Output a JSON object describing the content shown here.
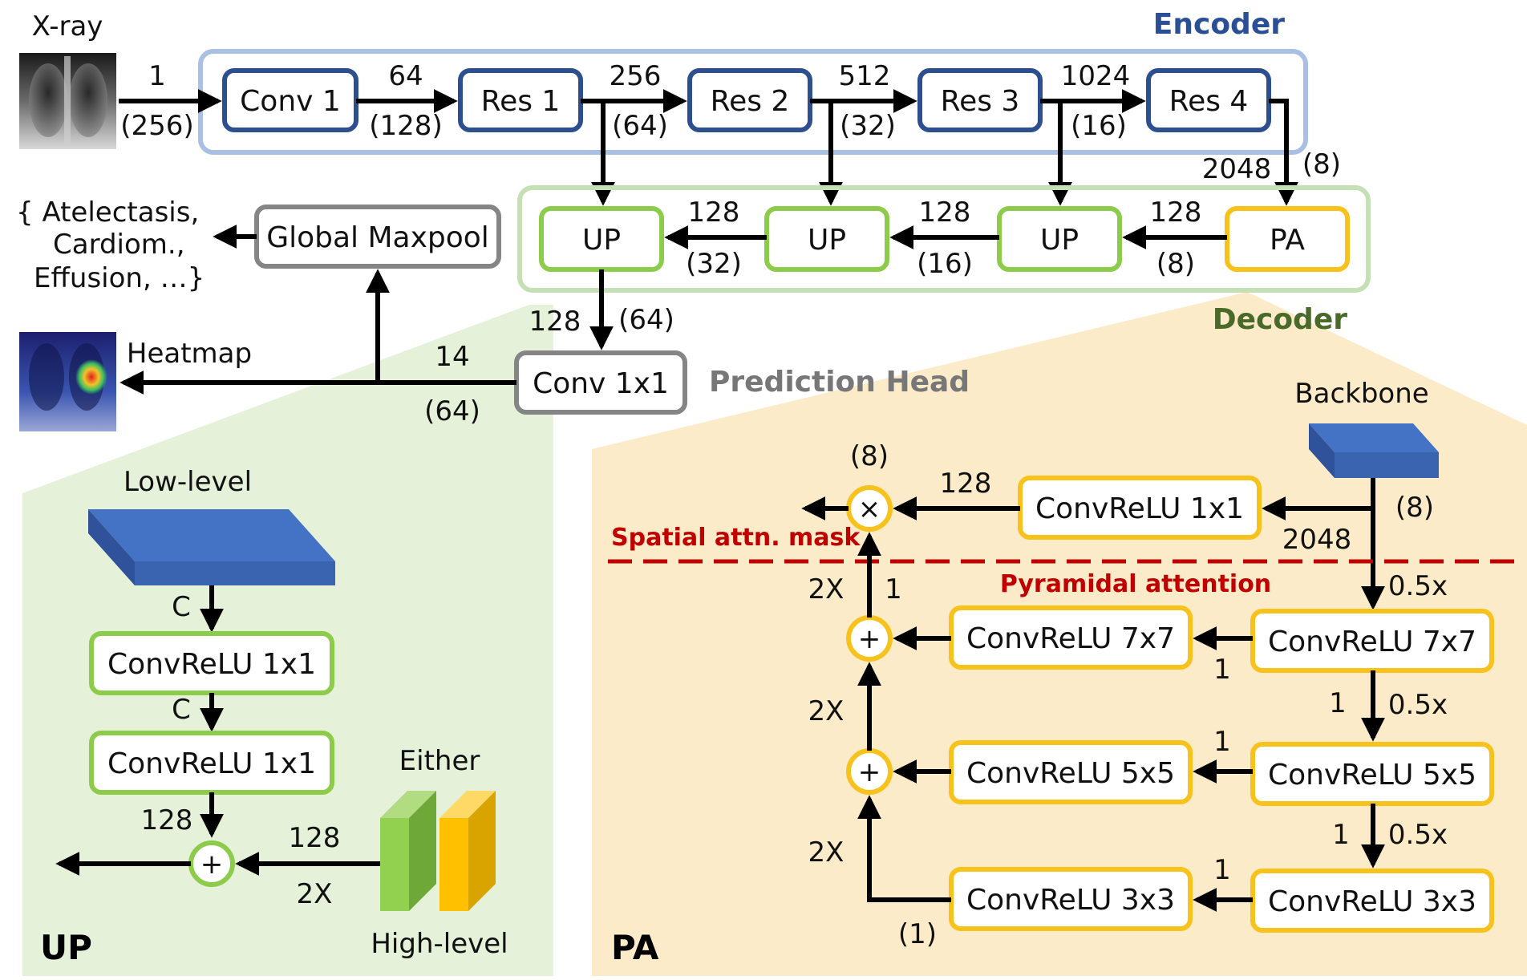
{
  "xray_label": "X-ray",
  "encoder": {
    "title": "Encoder",
    "blocks": [
      "Conv 1",
      "Res 1",
      "Res 2",
      "Res 3",
      "Res 4"
    ],
    "input_channels": "1",
    "input_size": "(256)",
    "channels": [
      "64",
      "256",
      "512",
      "1024",
      "2048"
    ],
    "sizes": [
      "(128)",
      "(64)",
      "(32)",
      "(16)",
      "(8)"
    ]
  },
  "decoder": {
    "title": "Decoder",
    "blocks": [
      "UP",
      "UP",
      "UP",
      "PA"
    ],
    "channels": [
      "128",
      "128",
      "128"
    ],
    "sizes": [
      "(32)",
      "(16)",
      "(8)"
    ],
    "out_channels": "128",
    "out_size": "(64)"
  },
  "prediction_head": {
    "title": "Prediction Head",
    "conv": "Conv 1x1",
    "maxpool": "Global Maxpool",
    "channels": "14",
    "size": "(64)",
    "heatmap_label": "Heatmap",
    "classes": [
      "{ Atelectasis,",
      "Cardiom.,",
      "Effusion, …}"
    ]
  },
  "up_panel": {
    "title": "UP",
    "low_level": "Low-level",
    "high_level": "High-level",
    "either": "Either",
    "conv1": "ConvReLU 1x1",
    "conv2": "ConvReLU 1x1",
    "c1": "C",
    "c2": "C",
    "ch_out": "128",
    "ch_high": "128",
    "upsample": "2X",
    "plus": "+"
  },
  "pa_panel": {
    "title": "PA",
    "backbone": "Backbone",
    "spatial_mask": "Spatial attn. mask",
    "pyramidal": "Pyramidal attention",
    "conv_top": "ConvReLU 1x1",
    "right_convs": [
      "ConvReLU 7x7",
      "ConvReLU 5x5",
      "ConvReLU 3x3"
    ],
    "left_convs": [
      "ConvReLU 7x7",
      "ConvReLU 5x5",
      "ConvReLU 3x3"
    ],
    "size_top": "(8)",
    "size_mult": "(8)",
    "ch_in": "2048",
    "ch_top": "128",
    "scale": [
      "0.5x",
      "0.5x",
      "0.5x"
    ],
    "ones": [
      "1",
      "1",
      "1",
      "1",
      "1",
      "1"
    ],
    "ups": [
      "2X",
      "2X",
      "2X"
    ],
    "size_bottom": "(1)",
    "times": "×",
    "plus": "+"
  },
  "colors": {
    "encoder_border": "#a9c0e4",
    "encoder_box": "#2d4f8f",
    "decoder_border": "#c5e0b4",
    "up_box": "#8ccc4a",
    "pa_box": "#f7c21c",
    "head_box": "#858585",
    "up_panel_bg": "#e6f1da",
    "pa_panel_bg": "#fcebc8",
    "attention_red": "#c00000",
    "feature_blue": "#4472c4"
  }
}
